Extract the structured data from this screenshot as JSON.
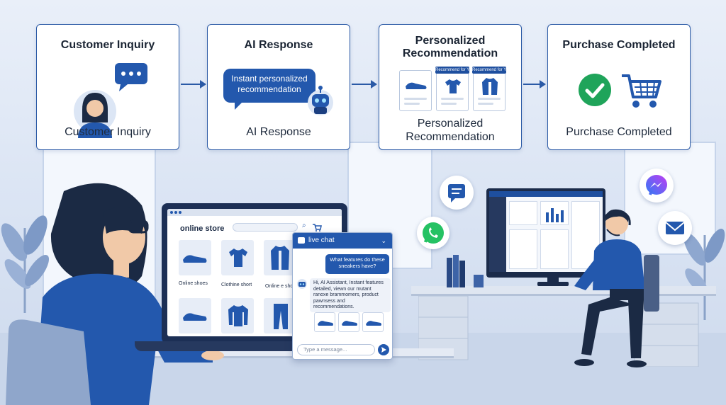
{
  "steps": [
    {
      "title": "Customer Inquiry",
      "caption": "Customer Inquiry"
    },
    {
      "title": "AI Response",
      "bubble": "Instant personalized recommendation",
      "caption": "AI Response"
    },
    {
      "title": "Personalized Recommendation",
      "tag": "Recommend for You",
      "caption": "Personalized Recommendation"
    },
    {
      "title": "Purchase Completed",
      "caption": "Purchase Completed"
    }
  ],
  "store": {
    "name": "online store",
    "products": [
      "Online shoes",
      "Clothine short",
      "Online e short"
    ]
  },
  "chat": {
    "title": "live chat",
    "question": "What features do these sneakers have?",
    "answer": "Hi, AI Assistant, Instant features detailed, viewn our mutant ranoxe brammomers, product pawnsess and recommendations.",
    "input_placeholder": "Type a message..."
  },
  "colors": {
    "brand": "#2358ad",
    "success": "#1fa45a",
    "dark": "#1c2f55"
  }
}
